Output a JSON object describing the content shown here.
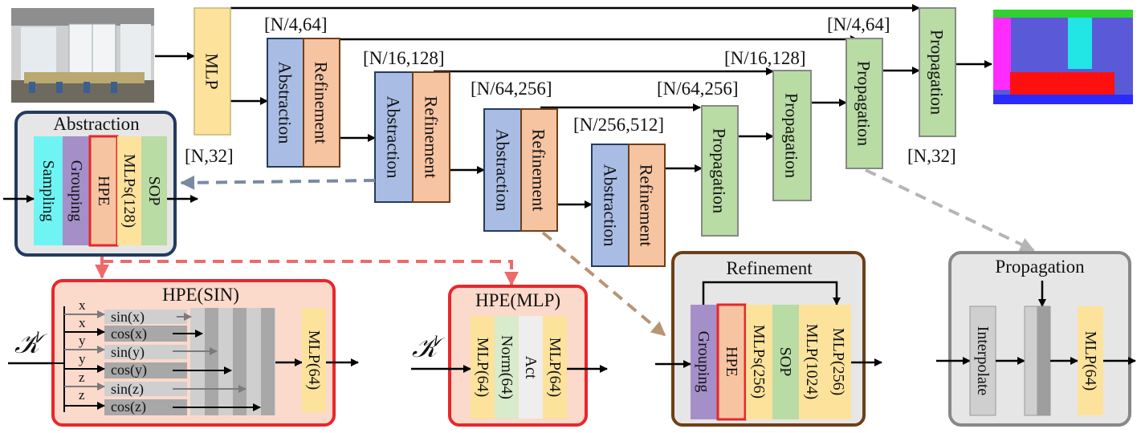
{
  "colors": {
    "mlp": "#fde29b",
    "abstraction": "#a9bde4",
    "refinement": "#f7c4a2",
    "propagation": "#b9dba4",
    "sampling": "#6ff4f4",
    "grouping": "#a58fc9",
    "hpe_border": "#e8272b",
    "panel_gray": "#e6e6e6",
    "panel_pink": "#fbd9cb",
    "abstraction_panel_border": "#243b5e",
    "refinement_panel_border": "#6e3f17",
    "propagation_panel_border": "#888888",
    "dashed_blue": "#7a8aa4",
    "dashed_red": "#ee6a6a",
    "dashed_tan": "#b79574",
    "dashed_gray": "#b5b5b5"
  },
  "images": {
    "input_photo": "indoor-room-photo",
    "output_seg": "semantic-segmentation-result"
  },
  "main": {
    "mlp": "MLP",
    "abstraction": "Abstraction",
    "refinement": "Refinement",
    "propagation": "Propagation",
    "dims": {
      "n32_left": "[N,32]",
      "n4": "[N/4,64]",
      "n16": "[N/16,128]",
      "n64": "[N/64,256]",
      "n256": "[N/256,512]",
      "n64_right": "[N/64,256]",
      "n16_right": "[N/16,128]",
      "n4_right": "[N/4,64]",
      "n32_right": "[N,32]"
    }
  },
  "abstraction_panel": {
    "title": "Abstraction",
    "sampling": "Sampling",
    "grouping": "Grouping",
    "hpe": "HPE",
    "mlps": "MLPs(128)",
    "sop": "SOP"
  },
  "hpe_sin": {
    "title": "HPE(SIN)",
    "input_symbol": "𝒦",
    "input_sup": "l",
    "vars": [
      "x",
      "x",
      "y",
      "y",
      "z",
      "z"
    ],
    "funcs": [
      "sin(x)",
      "cos(x)",
      "sin(y)",
      "cos(y)",
      "sin(z)",
      "cos(z)"
    ],
    "mlp": "MLP(64)"
  },
  "hpe_mlp": {
    "title": "HPE(MLP)",
    "input_symbol": "𝒦",
    "input_sup": "l",
    "mlp_a": "MLP(64)",
    "norm": "Norm(64)",
    "act": "Act",
    "mlp_b": "MLP(64)"
  },
  "refinement_panel": {
    "title": "Refinement",
    "grouping": "Grouping",
    "hpe": "HPE",
    "mlps": "MLPs(256)",
    "sop": "SOP",
    "mlp1024": "MLP(1024)",
    "mlp256": "MLP(256)"
  },
  "propagation_panel": {
    "title": "Propagation",
    "interpolate": "Interpolate",
    "mlp": "MLP(64)"
  }
}
